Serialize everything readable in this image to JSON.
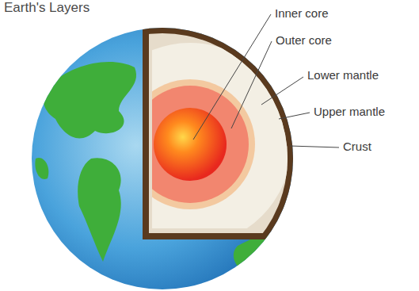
{
  "diagram": {
    "title": "Earth's Layers",
    "labels": [
      "Inner core",
      "Outer core",
      "Lower mantle",
      "Upper mantle",
      "Crust"
    ]
  }
}
